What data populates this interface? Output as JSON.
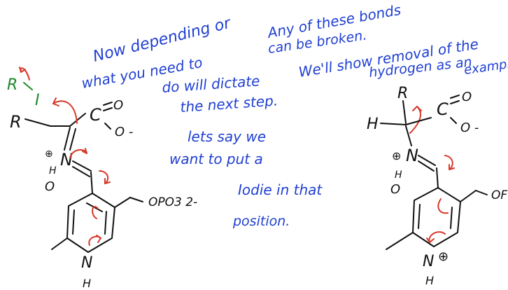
{
  "notes": {
    "line1": "Now depending or",
    "line2": "what you need to",
    "line3": "do will dictate",
    "line4": "the next step.",
    "line5": "lets say we",
    "line6": "want to put a",
    "line7": "Iodie in that",
    "line8": "position.",
    "right1": "Any of these bonds",
    "right2": "can be broken.",
    "right3": "We'll show removal of the",
    "right4": "hydrogen as an",
    "right5": "example"
  },
  "left_structure": {
    "r_top": "R",
    "iodine": "I",
    "r_main": "R",
    "carbonyl_c": "C",
    "o_double": "O",
    "o_minus": "O -",
    "n_plus_charge": "⊕",
    "n_imine": "N",
    "h_bond": "H",
    "phenoxide_o": "O",
    "phosphate": "OPO3 2-",
    "ring_n": "N",
    "ring_h": "H"
  },
  "right_structure": {
    "r_top": "R",
    "h_alpha": "H",
    "carbonyl_c": "C",
    "o_double": "O",
    "o_minus": "O -",
    "n_plus_charge": "⊕",
    "n_imine": "N",
    "h_bond": "H",
    "phenoxide_o": "O",
    "phosphate_partial": "OF",
    "ring_n": "N",
    "ring_charge": "⊕",
    "ring_h": "H"
  },
  "colors": {
    "annotation": "#1f3fd1",
    "structure": "#111111",
    "arrows": "#d8382a",
    "iodine": "#1a8a2a"
  }
}
